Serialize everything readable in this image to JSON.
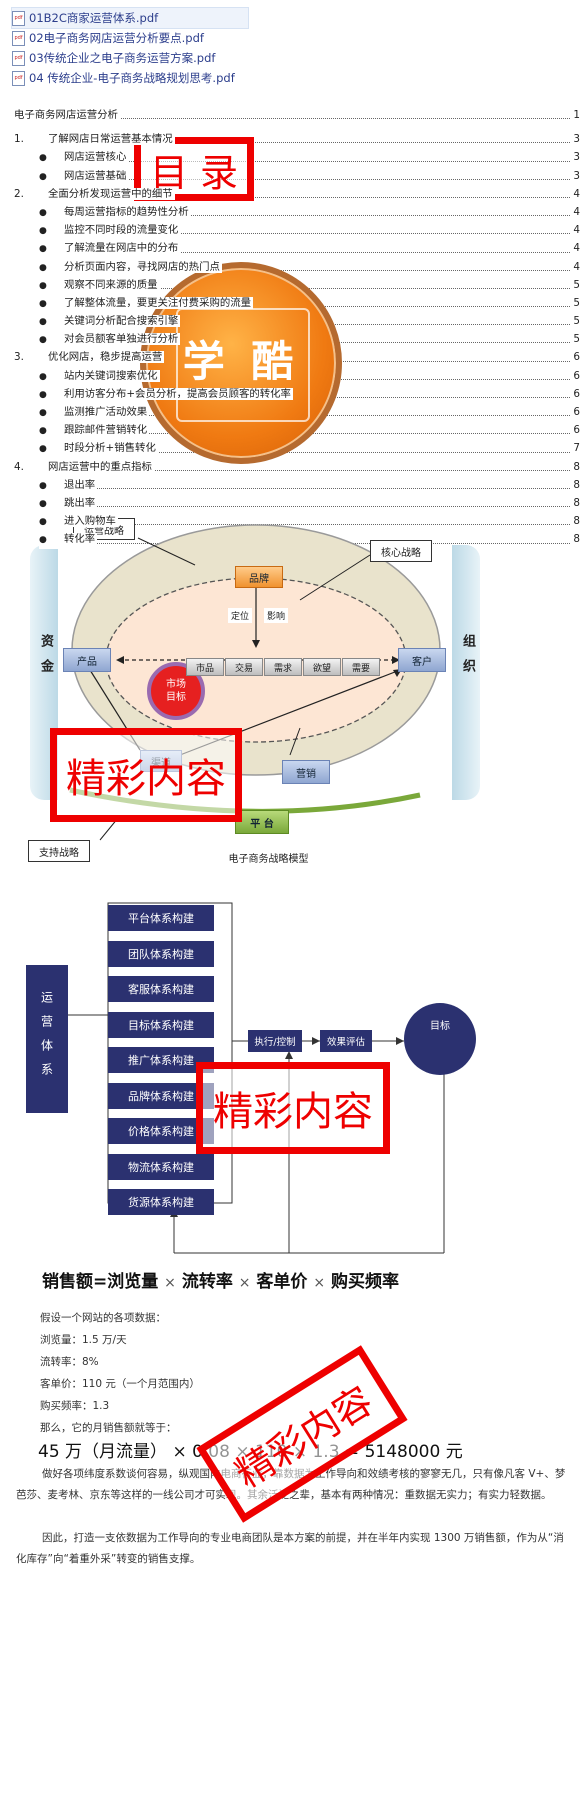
{
  "files": [
    {
      "name": "01B2C商家运营体系.pdf",
      "selected": true
    },
    {
      "name": "02电子商务网店运营分析要点.pdf",
      "selected": false
    },
    {
      "name": "03传统企业之电子商务运营方案.pdf",
      "selected": false
    },
    {
      "name": "04 传统企业-电子商务战略规划思考.pdf",
      "selected": false
    }
  ],
  "icons": {
    "pdf": "pdf-file-icon",
    "pdf_text": "pdf"
  },
  "toc": [
    {
      "level": 1,
      "num": "",
      "text": "电子商务网店运营分析",
      "page": "1"
    },
    {
      "level": 2,
      "num": "1.",
      "text": "了解网店日常运营基本情况",
      "page": "3"
    },
    {
      "level": 3,
      "num": "●",
      "text": "网店运营核心",
      "page": "3"
    },
    {
      "level": 3,
      "num": "●",
      "text": "网店运营基础",
      "page": "3"
    },
    {
      "level": 2,
      "num": "2.",
      "text": "全面分析发现运营中的细节",
      "page": "4"
    },
    {
      "level": 3,
      "num": "●",
      "text": "每周运营指标的趋势性分析",
      "page": "4"
    },
    {
      "level": 3,
      "num": "●",
      "text": "监控不同时段的流量变化",
      "page": "4"
    },
    {
      "level": 3,
      "num": "●",
      "text": "了解流量在网店中的分布",
      "page": "4"
    },
    {
      "level": 3,
      "num": "●",
      "text": "分析页面内容，寻找网店的热门点",
      "page": "4"
    },
    {
      "level": 3,
      "num": "●",
      "text": "观察不同来源的质量",
      "page": "5"
    },
    {
      "level": 3,
      "num": "●",
      "text": "了解整体流量，要更关注付费采购的流量",
      "page": "5"
    },
    {
      "level": 3,
      "num": "●",
      "text": "关键词分析配合搜索引擎",
      "page": "5"
    },
    {
      "level": 3,
      "num": "●",
      "text": "对会员额客单独进行分析",
      "page": "5"
    },
    {
      "level": 2,
      "num": "3.",
      "text": "优化网店，稳步提高运营",
      "page": "6"
    },
    {
      "level": 3,
      "num": "●",
      "text": "站内关键词搜索优化",
      "page": "6"
    },
    {
      "level": 3,
      "num": "●",
      "text": "利用访客分布+会员分析，提高会员顾客的转化率",
      "page": "6"
    },
    {
      "level": 3,
      "num": "●",
      "text": "监测推广活动效果",
      "page": "6"
    },
    {
      "level": 3,
      "num": "●",
      "text": "跟踪邮件营销转化",
      "page": "6"
    },
    {
      "level": 3,
      "num": "●",
      "text": "时段分析+销售转化",
      "page": "7"
    },
    {
      "level": 2,
      "num": "4.",
      "text": "网店运营中的重点指标",
      "page": "8"
    },
    {
      "level": 3,
      "num": "●",
      "text": "退出率",
      "page": "8"
    },
    {
      "level": 3,
      "num": "●",
      "text": "跳出率",
      "page": "8"
    },
    {
      "level": 3,
      "num": "●",
      "text": "进入购物车",
      "page": "8"
    },
    {
      "level": 3,
      "num": "●",
      "text": "转化率",
      "page": "8"
    }
  ],
  "stamps": {
    "toc": "目 录",
    "logo": "学 酷",
    "content": "精彩内容"
  },
  "strategy": {
    "caption": "电子商务战略模型",
    "callouts": {
      "ops": "运营战略",
      "core": "核心战略",
      "support": "支持战略"
    },
    "left_bar": "资金",
    "right_bar": "组织",
    "platform": "平 台",
    "brand": "品牌",
    "position": "定位",
    "influence": "影响",
    "product": "产品",
    "customer": "客户",
    "marketing": "营销",
    "channel": "渠道",
    "market_target": "市场目标",
    "chips": [
      "市品",
      "交易",
      "需求",
      "欲望",
      "需要"
    ]
  },
  "system": {
    "left": "运营体系",
    "items": [
      "平台体系构建",
      "团队体系构建",
      "客服体系构建",
      "目标体系构建",
      "推广体系构建",
      "品牌体系构建",
      "价格体系构建",
      "物流体系构建",
      "货源体系构建"
    ],
    "exec": "执行/控制",
    "eval": "效果评估",
    "goal": "目标"
  },
  "sales": {
    "formula_parts": [
      "销售额=浏览量",
      "流转率",
      "客单价",
      "购买频率"
    ],
    "times": "×",
    "intro": "假设一个网站的各项数据：",
    "lines": [
      "浏览量：1.5 万/天",
      "流转率：8%",
      "客单价：110 元（一个月范围内）",
      "购买频率：1.3",
      "那么，它的月销售额就等于："
    ],
    "result": "45 万（月流量）  × 0.08 × 110 × 1.3 = 5148000 元",
    "para1": "做好各项纬度系数谈何容易，纵观国内电商行业，靠数据为工作导向和效绩考核的寥寥无几，只有像凡客 V+、梦芭莎、麦考林、京东等这样的一线公司才可实现。其余泛泛之辈，基本有两种情况：重数据无实力；有实力轻数据。",
    "para2": "因此，打造一支依数据为工作导向的专业电商团队是本方案的前提，并在半年内实现 1300 万销售额，作为从“消化库存”向“着重外采”转变的销售支撑。"
  }
}
